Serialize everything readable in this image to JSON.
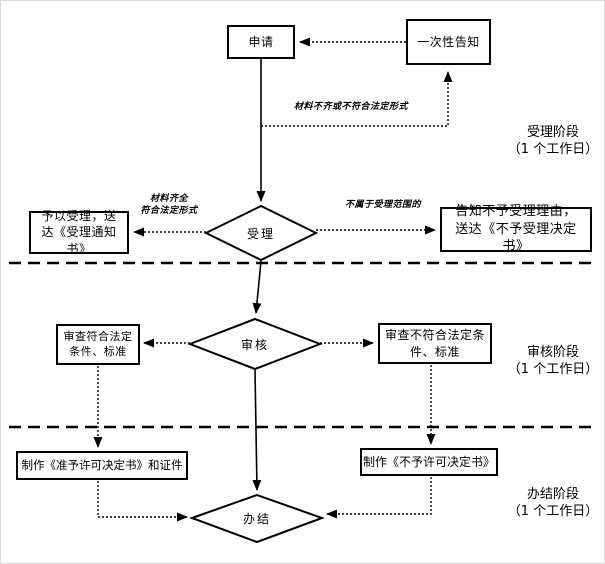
{
  "flowchart": {
    "nodes": {
      "apply": "申请",
      "one_time_notice": "一次性告知",
      "accept": "受理",
      "grant_accept": "予以受理，送达《受理通知书》",
      "notify_reject": "告知不予受理理由，送达《不予受理决定书》",
      "review": "审核",
      "review_pass": "审查符合法定条件、标准",
      "review_fail": "审查不符合法定条件、标准",
      "make_permit": "制作《准予许可决定书》和证件",
      "make_denial": "制作《不予许可决定书》",
      "finish": "办结"
    },
    "edge_labels": {
      "materials_incomplete": "材料不齐或不符合法定形式",
      "materials_complete": "材料齐全\n符合法定形式",
      "out_of_scope": "不属于受理范围的"
    },
    "stages": {
      "accept_stage": "受理阶段\n（1 个工作日）",
      "review_stage": "审核阶段\n（1 个工作日）",
      "finish_stage": "办结阶段\n（1 个工作日）"
    },
    "colors": {
      "ink": "#000000",
      "background": "#ffffff"
    }
  }
}
